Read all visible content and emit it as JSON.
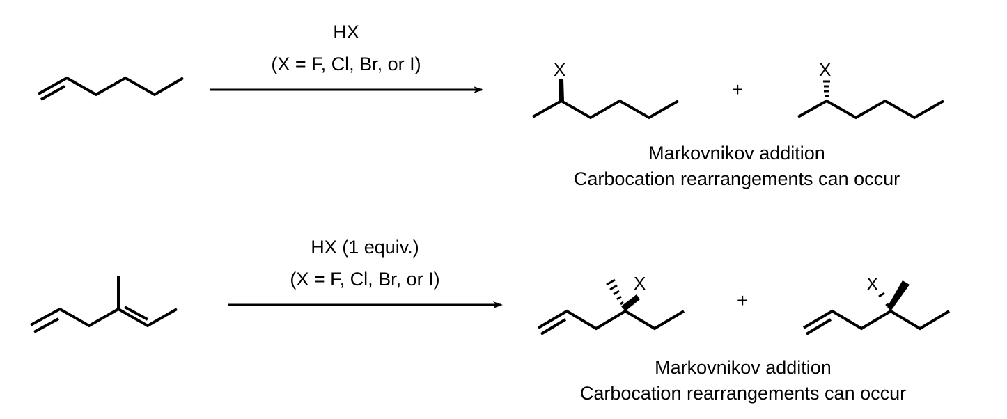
{
  "reactions": [
    {
      "reactant": "hex-1-ene",
      "reagent_line1": "HX",
      "reagent_line2": "(X = F, Cl, Br, or I)",
      "products": [
        "(R)-2-halohexane",
        "(S)-2-halohexane"
      ],
      "product_atom_label": "X",
      "plus": "+",
      "note_line1": "Markovnikov addition",
      "note_line2": "Carbocation rearrangements can occur"
    },
    {
      "reactant": "4-methylhexa-1,4-diene",
      "reagent_line1": "HX (1 equiv.)",
      "reagent_line2": "(X = F, Cl, Br, or I)",
      "products": [
        "4-halo-4-methylhex-1-ene (wedge X)",
        "4-halo-4-methylhex-1-ene (hashed X)"
      ],
      "product_atom_label": "X",
      "plus": "+",
      "note_line1": "Markovnikov addition",
      "note_line2": "Carbocation rearrangements can occur"
    }
  ],
  "colors": {
    "ink": "#000000",
    "background": "#ffffff"
  }
}
